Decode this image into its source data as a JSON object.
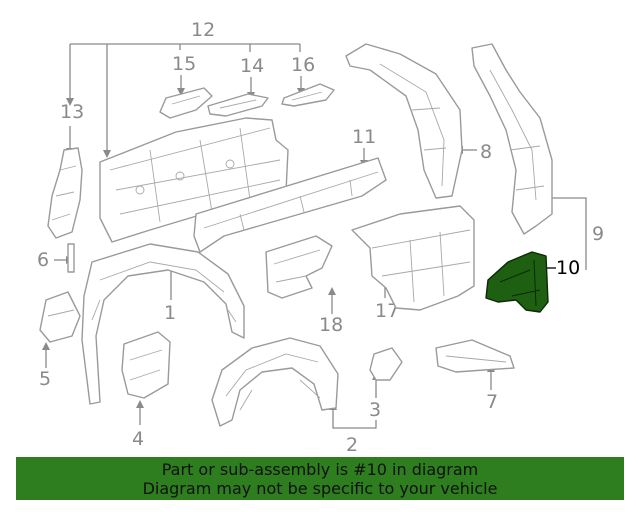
{
  "callouts": {
    "c1": "1",
    "c2": "2",
    "c3": "3",
    "c4": "4",
    "c5": "5",
    "c6": "6",
    "c7": "7",
    "c8": "8",
    "c9": "9",
    "c10": "10",
    "c11": "11",
    "c12": "12",
    "c13": "13",
    "c14": "14",
    "c15": "15",
    "c16": "16",
    "c17": "17",
    "c18": "18"
  },
  "highlight": {
    "part_number": "10",
    "color": "#1f5f12"
  },
  "banner": {
    "line1": "Part or sub-assembly is #10 in diagram",
    "line2": "Diagram may not be specific to your vehicle",
    "color": "#2e7d1e"
  }
}
